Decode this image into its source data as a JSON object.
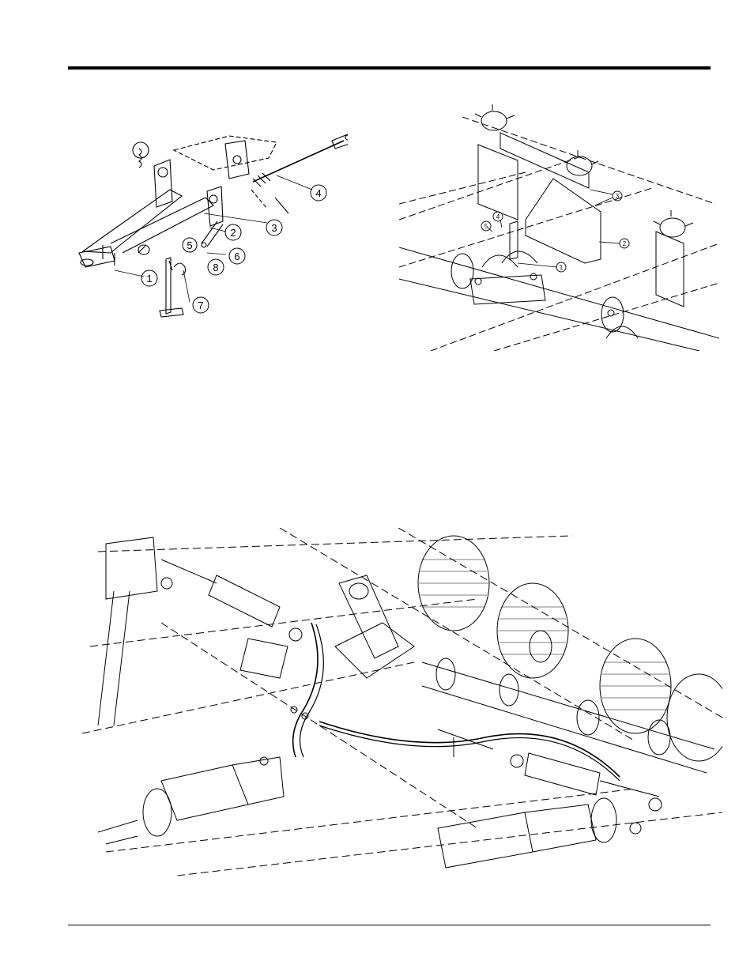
{
  "hitch_callouts": [
    "1",
    "2",
    "3",
    "4",
    "5",
    "6",
    "7",
    "8"
  ],
  "shield_callouts": [
    "1",
    "2",
    "3",
    "4",
    "5"
  ]
}
